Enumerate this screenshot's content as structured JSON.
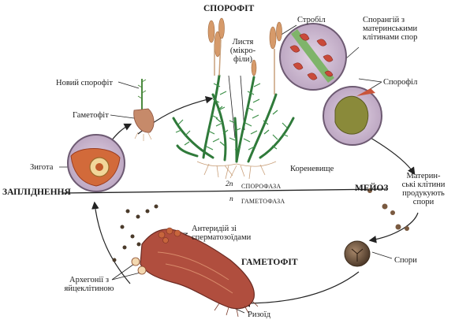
{
  "labels": {
    "sporophyte_title": "СПОРОФІТ",
    "strobilus": "Стробіл",
    "sporangium": [
      "Спорангій з",
      "материнськими",
      "клітинами спор"
    ],
    "leaves": [
      "Листя",
      "(мікро-",
      "філи)"
    ],
    "new_sporophyte": "Новий спорофіт",
    "gametophyte_young": "Гаметофіт",
    "sporophyll": "Спорофіл",
    "zygote": "Зигота",
    "rhizome": "Кореневище",
    "mother_cells": [
      "Материн-",
      "ські клітини",
      "продукують",
      "спори"
    ],
    "fertilization": "ЗАПЛІДНЕННЯ",
    "meiosis": "МЕЙОЗ",
    "ploidy_2n": "2n",
    "sporophase": "СПОРОФАЗА",
    "ploidy_n": "n",
    "gametophase": "ГАМЕТОФАЗА",
    "antheridium": [
      "Антеридій зі",
      "сперматозоїдами"
    ],
    "gametophyte_title": "ГАМЕТОФІТ",
    "spores": "Спори",
    "archegonia": [
      "Архегонії з",
      "яйцеклітиною"
    ],
    "rhizoid": "Ризоїд"
  },
  "colors": {
    "plant_green": "#2f7a3a",
    "strobilus_tan": "#d69a6a",
    "circle_fill": "#c9b3cf",
    "circle_border": "#6d5a72",
    "gametophyte_red": "#a8463c",
    "line": "#222222"
  }
}
